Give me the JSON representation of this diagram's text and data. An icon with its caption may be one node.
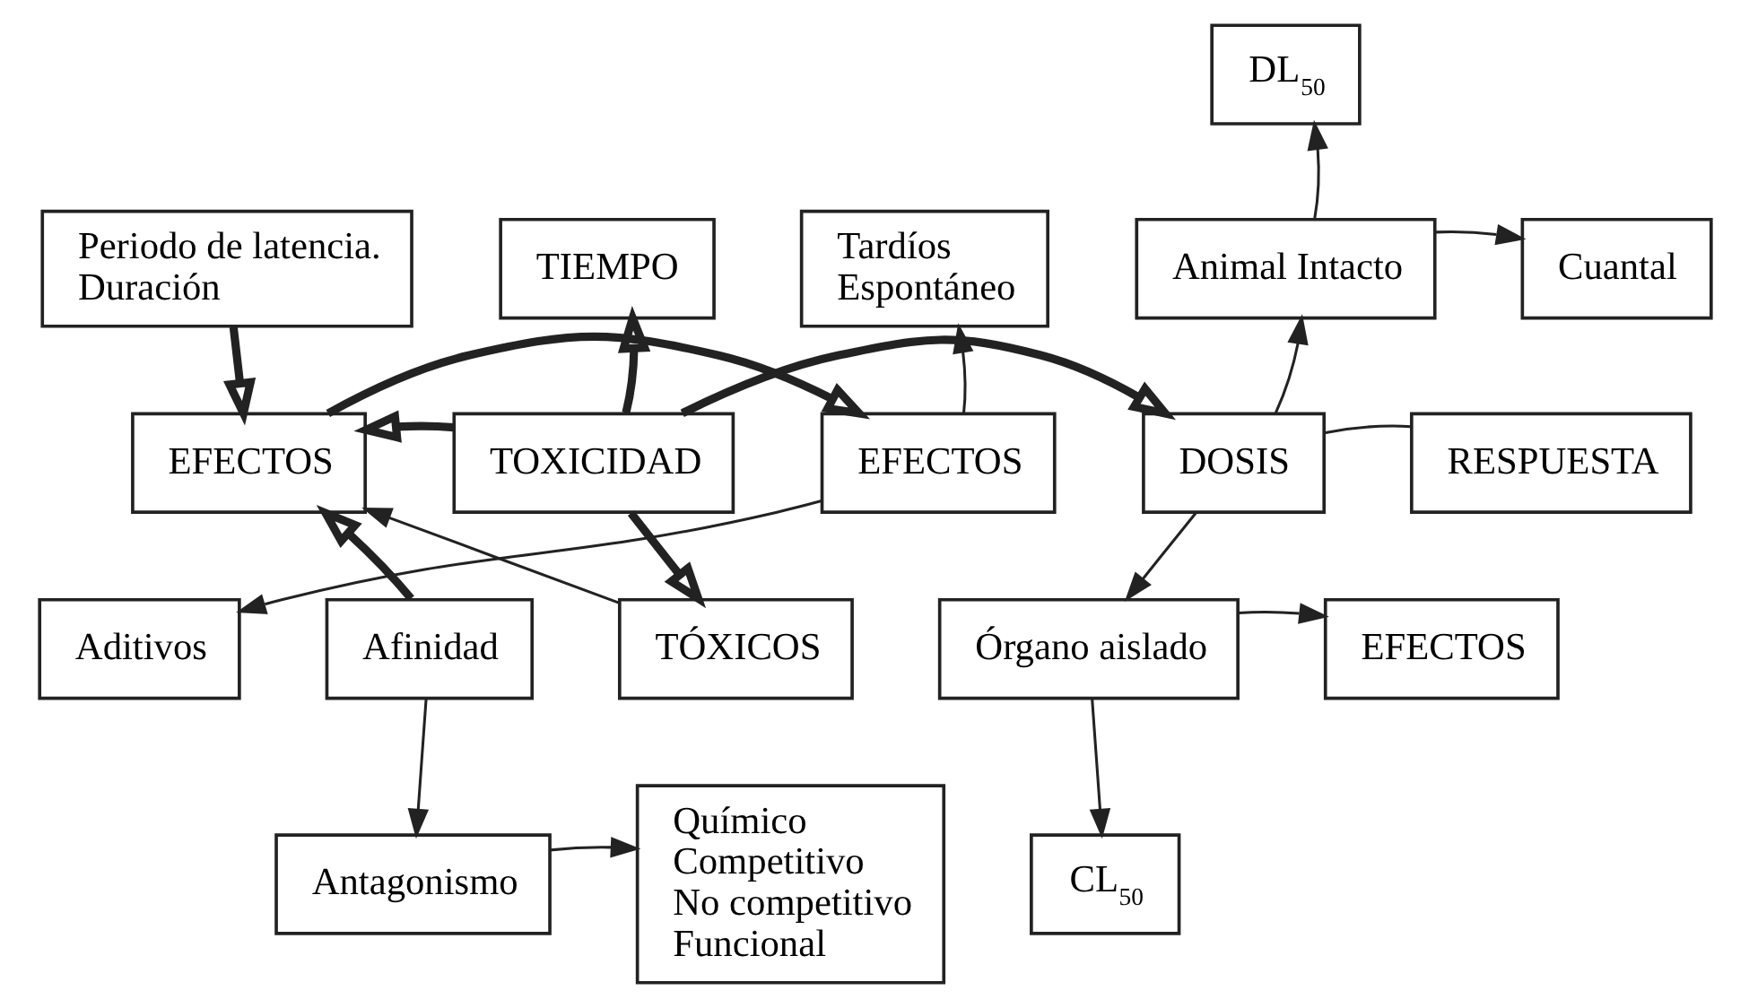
{
  "diagram": {
    "nodes": [
      {
        "text": [
          "Periodo de latencia.",
          "Duración"
        ]
      },
      {
        "text": [
          "TIEMPO"
        ]
      },
      {
        "text": [
          "DL$_{50}$"
        ]
      },
      {
        "text": [
          "Tardíos",
          "Espontáneo"
        ]
      },
      {
        "text": [
          "Animal Intacto"
        ]
      },
      {
        "text": [
          "Cuantal"
        ]
      },
      {
        "text": [
          "EFECTOS"
        ]
      },
      {
        "text": [
          "EFECTOS"
        ]
      },
      {
        "text": [
          "TOXICIDAD"
        ]
      },
      {
        "text": [
          "DOSIS"
        ]
      },
      {
        "text": [
          "RESPUESTA"
        ]
      },
      {
        "text": [
          "Aditivos"
        ]
      },
      {
        "text": [
          "Afinidad"
        ]
      },
      {
        "text": [
          "TÓXICOS"
        ]
      },
      {
        "text": [
          "Órgano aislado"
        ]
      },
      {
        "text": [
          "EFECTOS"
        ]
      },
      {
        "text": [
          "Antagonismo"
        ]
      },
      {
        "text": [
          "Químico",
          "Competitivo",
          "No competitivo",
          "Funcional"
        ]
      },
      {
        "text": [
          "CL$_{50}$"
        ]
      }
    ],
    "edges": [
      {
        "from": 0,
        "to": 7,
        "arrow": "to",
        "style": "thick"
      },
      {
        "from": 8,
        "to": 1,
        "arrow": "to",
        "style": "thick"
      },
      {
        "from": 6,
        "to": 3,
        "arrow": "to"
      },
      {
        "from": 7,
        "to": 6,
        "arrow": "to",
        "style": "thick"
      },
      {
        "from": 8,
        "to": 7,
        "arrow": "to",
        "style": "thick"
      },
      {
        "from": 8,
        "to": 9,
        "arrow": "to",
        "style": "thick"
      },
      {
        "from": 9,
        "to": 4,
        "arrow": "to"
      },
      {
        "from": 4,
        "to": 2,
        "arrow": "to"
      },
      {
        "from": 4,
        "to": 5,
        "arrow": "to"
      },
      {
        "from": 9,
        "to": 10,
        "arrow": "none"
      },
      {
        "from": 6,
        "to": 11,
        "arrow": "to"
      },
      {
        "from": 12,
        "to": 7,
        "arrow": "to",
        "style": "thick"
      },
      {
        "from": 13,
        "to": 7,
        "arrow": "to"
      },
      {
        "from": 8,
        "to": 13,
        "arrow": "to",
        "style": "thick"
      },
      {
        "from": 9,
        "to": 14,
        "arrow": "to"
      },
      {
        "from": 12,
        "to": 16,
        "arrow": "to"
      },
      {
        "from": 16,
        "to": 17,
        "arrow": "to"
      },
      {
        "from": 14,
        "to": 15,
        "arrow": "to"
      },
      {
        "from": 14,
        "to": 18,
        "arrow": "to"
      }
    ]
  }
}
